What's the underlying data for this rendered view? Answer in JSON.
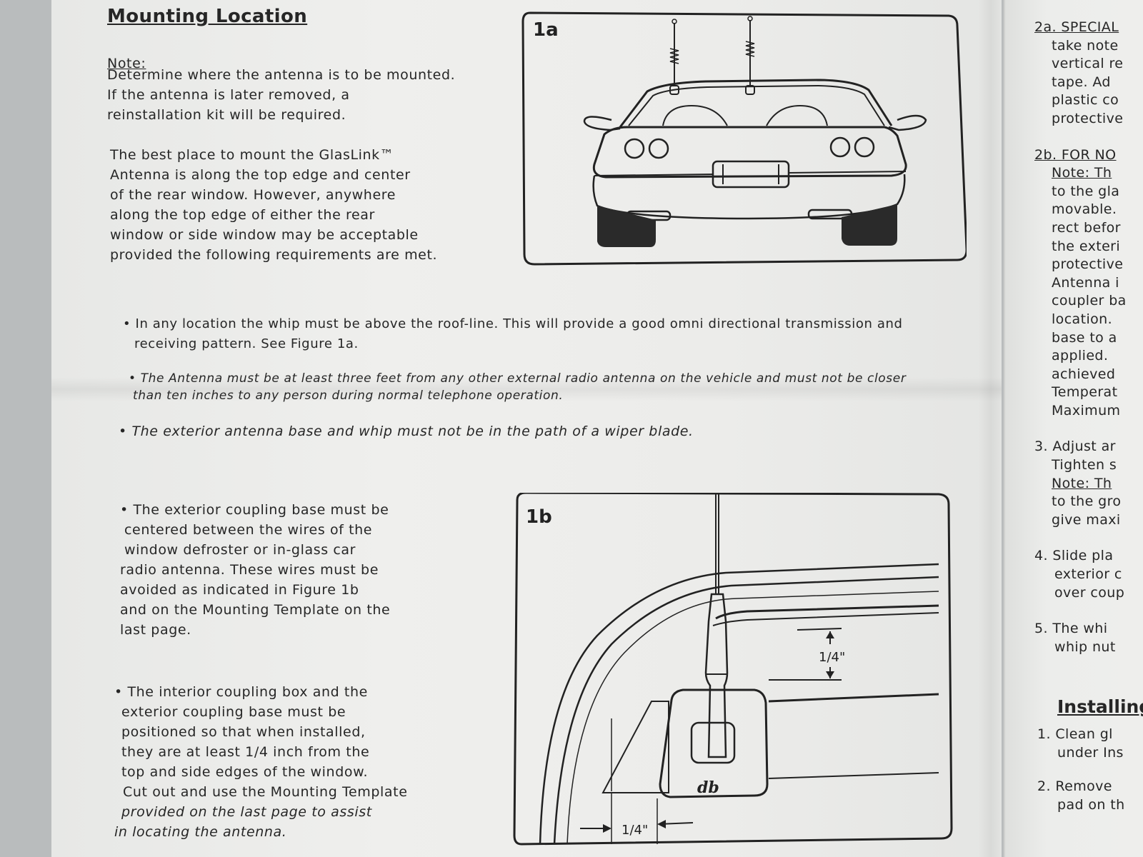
{
  "left": {
    "heading": "Mounting Location",
    "note_label": "Note:",
    "note_lines": [
      "Determine where the antenna is to be mounted.",
      "If the antenna is later removed, a",
      "reinstallation kit will be required."
    ],
    "best_lines": [
      "The best place to mount the GlasLink™",
      "Antenna is along the top edge and center",
      "of the rear window.  However, anywhere",
      "along the top edge of either the rear",
      "window or side window may be acceptable",
      "provided the following requirements are met."
    ],
    "bullet1_lines": [
      "• In any location the whip must be above the roof-line.  This will provide a good omni directional transmission and",
      "receiving pattern.  See Figure 1a."
    ],
    "bullet2_lines": [
      "• The Antenna must be at least three feet from any other external radio antenna on the vehicle and must not be closer",
      "than ten inches to any person during normal telephone operation."
    ],
    "bullet3": "• The exterior antenna base and whip must not be in the path of a wiper blade.",
    "bullet4_lines": [
      "• The exterior coupling base must be",
      "centered between the wires of the",
      "window defroster or in-glass car",
      "radio antenna.  These wires must be",
      "avoided as indicated in Figure 1b",
      "and on the Mounting Template on the",
      "last page."
    ],
    "bullet5_lines": [
      "• The interior coupling box and the",
      "exterior coupling base must be",
      "positioned so that when installed,",
      "they are at least 1/4 inch from the",
      "top and side edges of the window.",
      "Cut out and use the Mounting Template",
      "provided on the last page to assist",
      "in locating the antenna."
    ]
  },
  "figures": {
    "fig1a_label": "1a",
    "fig1b_label": "1b",
    "dim_top": "1/4\"",
    "dim_side": "1/4\"",
    "base_logo": "db"
  },
  "right": {
    "items": [
      "2a. SPECIAL",
      "take note",
      "vertical re",
      "tape.  Ad",
      "plastic co",
      "protective",
      "",
      "2b. FOR NO",
      "Note:  Th",
      "to the gla",
      "movable.",
      "rect befor",
      "the exteri",
      "protective",
      "Antenna i",
      "coupler ba",
      "location.",
      "base to a",
      "applied.",
      "achieved",
      "Temperat",
      "Maximum",
      "",
      "3.  Adjust ar",
      "Tighten s",
      "Note:  Th",
      "to the gro",
      "give maxi",
      "",
      "4.  Slide pla",
      "exterior c",
      "over coup",
      "",
      "5.  The whi",
      "whip nut"
    ],
    "installing_heading": "Installing",
    "install_items": [
      "1.  Clean gl",
      "under Ins",
      "2.  Remove",
      "pad on th"
    ]
  }
}
